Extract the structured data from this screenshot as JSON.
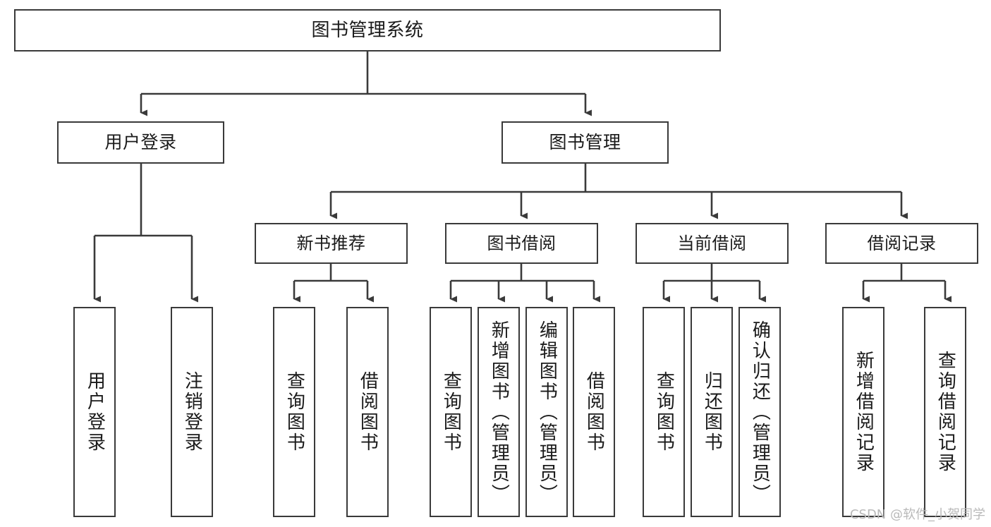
{
  "diagram": {
    "title": "图书管理系统",
    "watermark": "CSDN @软件_小贺同学",
    "colors": {
      "box_border": "#3a3a3a",
      "box_fill": "#ffffff",
      "line": "#3a3a3a",
      "text": "#1a1a1a",
      "watermark": "#b9b9b9",
      "background": "#ffffff"
    },
    "root": {
      "label": "图书管理系统"
    },
    "level2": [
      {
        "label": "用户登录"
      },
      {
        "label": "图书管理"
      }
    ],
    "level3": [
      {
        "label": "新书推荐"
      },
      {
        "label": "图书借阅"
      },
      {
        "label": "当前借阅"
      },
      {
        "label": "借阅记录"
      }
    ],
    "leaves": {
      "user_login": [
        {
          "label": "用户登录"
        },
        {
          "label": "注销登录"
        }
      ],
      "new_book_recommend": [
        {
          "label": "查询图书"
        },
        {
          "label": "借阅图书"
        }
      ],
      "book_borrow": [
        {
          "label": "查询图书"
        },
        {
          "label": "新增图书（管理员）"
        },
        {
          "label": "编辑图书（管理员）"
        },
        {
          "label": "借阅图书"
        }
      ],
      "current_borrow": [
        {
          "label": "查询图书"
        },
        {
          "label": "归还图书"
        },
        {
          "label": "确认归还（管理员）"
        }
      ],
      "borrow_record": [
        {
          "label": "新增借阅记录"
        },
        {
          "label": "查询借阅记录"
        }
      ]
    }
  }
}
